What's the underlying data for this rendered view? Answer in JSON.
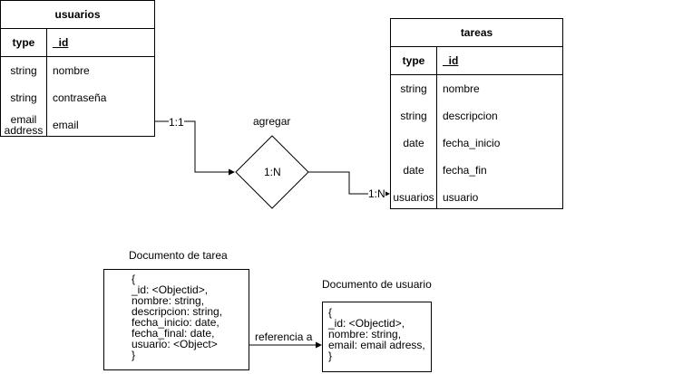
{
  "tables": {
    "usuarios": {
      "title": "usuarios",
      "header": {
        "type": "type",
        "field": "_id"
      },
      "rows": [
        {
          "type": "string",
          "field": "nombre"
        },
        {
          "type": "string",
          "field": "contraseña"
        },
        {
          "type": "email address",
          "field": "email"
        }
      ]
    },
    "tareas": {
      "title": "tareas",
      "header": {
        "type": "type",
        "field": "_id"
      },
      "rows": [
        {
          "type": "string",
          "field": "nombre"
        },
        {
          "type": "string",
          "field": "descripcion"
        },
        {
          "type": "date",
          "field": "fecha_inicio"
        },
        {
          "type": "date",
          "field": "fecha_fin"
        },
        {
          "type": "usuarios",
          "field": "usuario"
        }
      ]
    }
  },
  "relationship": {
    "name": "agregar",
    "cardinality": "1:N",
    "left_cardinality": "1:1",
    "right_cardinality": "1:N"
  },
  "documents": {
    "tarea": {
      "title": "Documento de tarea",
      "lines": [
        "{",
        "_id: <Objectid>,",
        "nombre: string,",
        "descripcion: string,",
        "fecha_inicio: date,",
        "fecha_final: date,",
        "usuario: <Object>",
        "}"
      ]
    },
    "usuario": {
      "title": "Documento de usuario",
      "lines": [
        "{",
        "_id: <Objectid>,",
        "nombre: string,",
        "email: email adress,",
        "}"
      ]
    }
  },
  "reference_label": "referencia a"
}
